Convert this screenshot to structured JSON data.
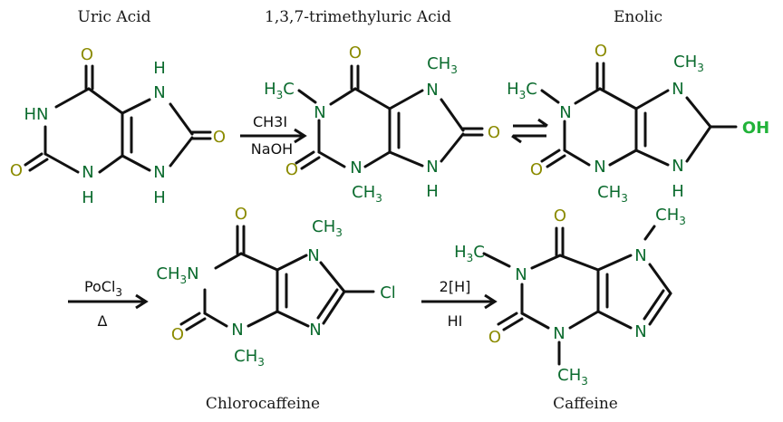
{
  "colors": {
    "oxygen": "#8b8b00",
    "nitrogen": "#0b6b2e",
    "chlorine": "#0b6b2e",
    "bond": "#111111",
    "text": "#1a1a1a"
  },
  "compounds": {
    "uric_acid": {
      "name": "Uric Acid"
    },
    "trimethyluric_acid": {
      "name": "1,3,7-trimethyluric Acid"
    },
    "enolic": {
      "name": "Enolic"
    },
    "chlorocaffeine": {
      "name": "Chlorocaffeine"
    },
    "caffeine": {
      "name": "Caffeine"
    }
  },
  "reactions": {
    "step1": {
      "reagent_top": "CH3I",
      "reagent_bottom": "NaOH"
    },
    "step3": {
      "reagent_top": "PoCl",
      "reagent_top_sub": "3",
      "reagent_bottom": "Δ"
    },
    "step4": {
      "reagent_top": "2[H]",
      "reagent_bottom": "HI"
    }
  },
  "atoms": {
    "O": "O",
    "N": "N",
    "H": "H",
    "HN": "HN",
    "OH": "OH",
    "Cl": "Cl",
    "H3C": "H",
    "H3C_tail": "C",
    "CH3": "CH",
    "CH3N": "CH",
    "CH3N_tail": "N",
    "sub3": "3"
  }
}
